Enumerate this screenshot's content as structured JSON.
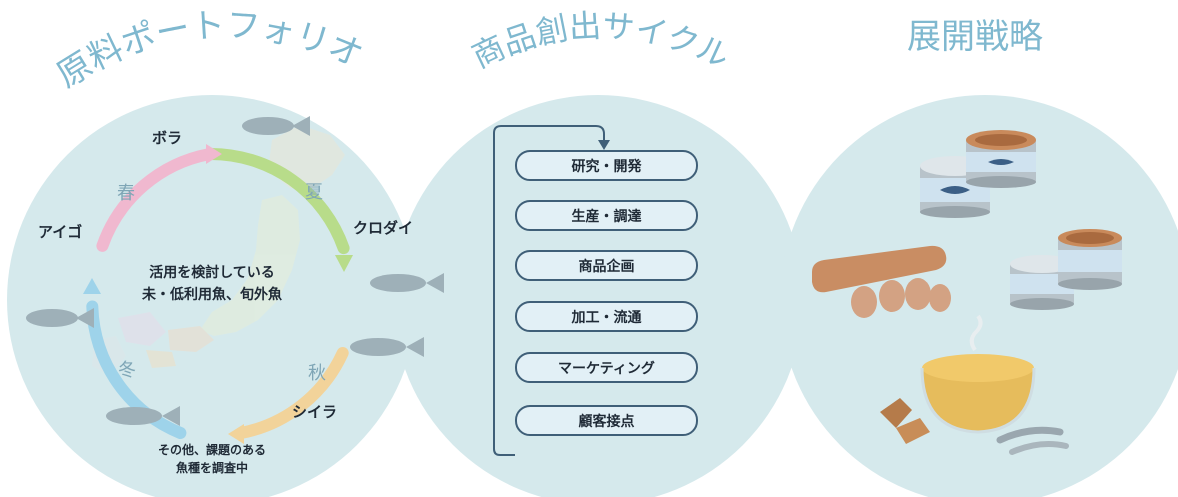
{
  "sections": {
    "portfolio_title": "原料ポートフォリオ",
    "cycle_title": "商品創出サイクル",
    "strategy_title": "展開戦略"
  },
  "portfolio": {
    "fish": [
      "ボラ",
      "クロダイ",
      "シイラ",
      "アイゴ"
    ],
    "seasons": [
      "春",
      "夏",
      "秋",
      "冬"
    ],
    "center_lines": [
      "活用を検討している",
      "未・低利用魚、旬外魚"
    ],
    "note_lines": [
      "その他、課題のある",
      "魚種を調査中"
    ]
  },
  "cycle": {
    "steps": [
      "研究・開発",
      "生産・調達",
      "商品企画",
      "加工・流通",
      "マーケティング",
      "顧客接点"
    ]
  },
  "colors": {
    "circle_bg": "#d5e9ec",
    "title": "#7fb8cf",
    "step_border": "#3f5f78",
    "step_fill": "#e2f0f6",
    "spring": "#f0b8cf",
    "summer": "#b8dc8a",
    "autumn": "#f2d39a",
    "winter": "#9ed3ea"
  },
  "icons": [
    "fish-icon",
    "japan-map-icon",
    "canned-food-icon",
    "sausage-icon",
    "soup-bowl-icon"
  ]
}
